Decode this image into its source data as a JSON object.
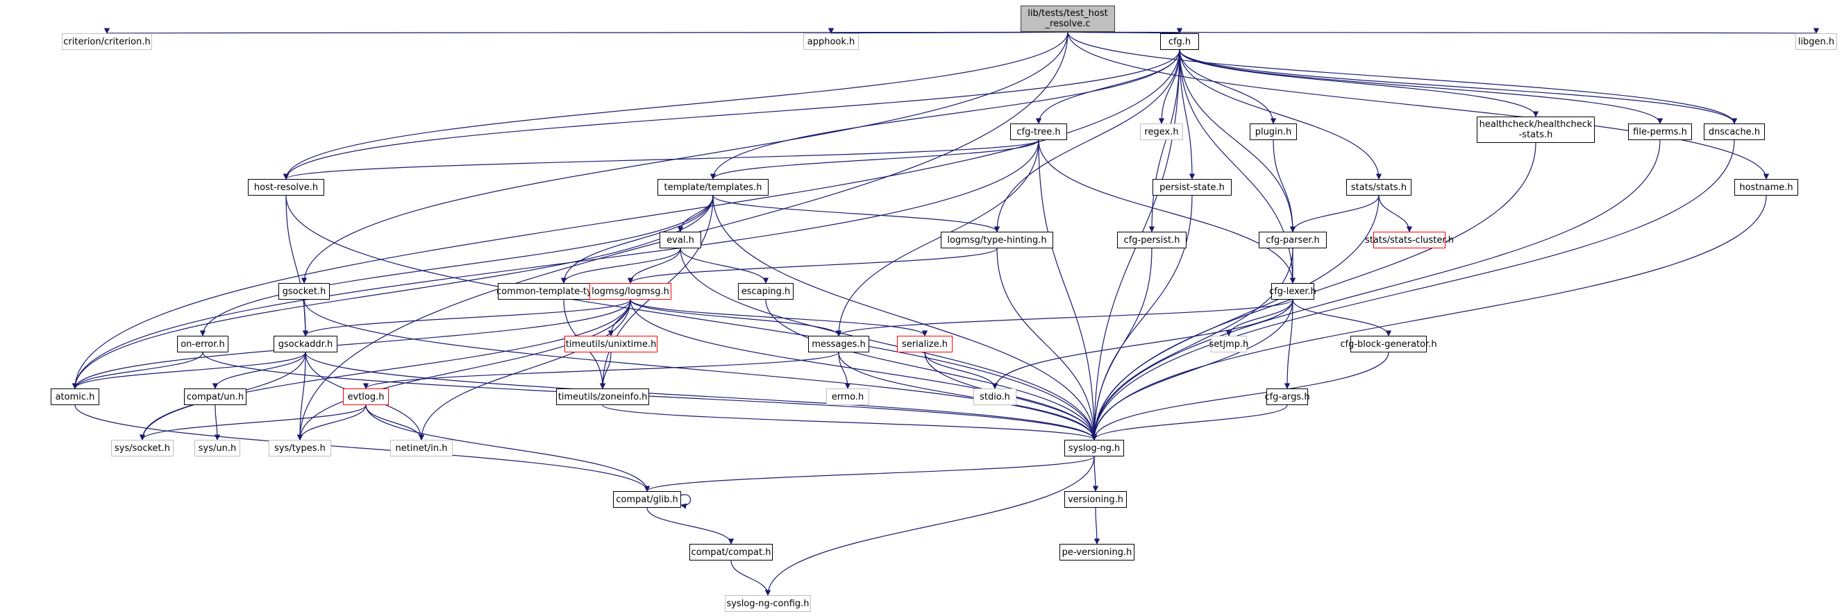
{
  "title": "lib/tests/test_host_resolve.c include dependency graph",
  "colors": {
    "edge": "#191970",
    "node_border": "#000000",
    "system_border": "#bfbfbf",
    "truncated_border": "#ff0000",
    "root_fill": "#bfbfbf"
  },
  "nodes": [
    {
      "id": "root",
      "label": "lib/tests/test_host\n_resolve.c",
      "kind": "root"
    },
    {
      "id": "criterion",
      "label": "criterion/criterion.h",
      "kind": "sys"
    },
    {
      "id": "apphook",
      "label": "apphook.h",
      "kind": "sys"
    },
    {
      "id": "cfg",
      "label": "cfg.h",
      "kind": "normal"
    },
    {
      "id": "libgen",
      "label": "libgen.h",
      "kind": "sys"
    },
    {
      "id": "hostresolve",
      "label": "host-resolve.h",
      "kind": "normal"
    },
    {
      "id": "templates",
      "label": "template/templates.h",
      "kind": "normal"
    },
    {
      "id": "cfgtree",
      "label": "cfg-tree.h",
      "kind": "normal"
    },
    {
      "id": "regex",
      "label": "regex.h",
      "kind": "sys"
    },
    {
      "id": "plugin",
      "label": "plugin.h",
      "kind": "normal"
    },
    {
      "id": "healthcheck",
      "label": "healthcheck/healthcheck\n-stats.h",
      "kind": "normal"
    },
    {
      "id": "fileperms",
      "label": "file-perms.h",
      "kind": "normal"
    },
    {
      "id": "dnscache",
      "label": "dnscache.h",
      "kind": "normal"
    },
    {
      "id": "hostname",
      "label": "hostname.h",
      "kind": "normal"
    },
    {
      "id": "persiststate",
      "label": "persist-state.h",
      "kind": "normal"
    },
    {
      "id": "stats",
      "label": "stats/stats.h",
      "kind": "normal"
    },
    {
      "id": "gsocket",
      "label": "gsocket.h",
      "kind": "normal"
    },
    {
      "id": "eval",
      "label": "eval.h",
      "kind": "normal"
    },
    {
      "id": "typehinting",
      "label": "logmsg/type-hinting.h",
      "kind": "normal"
    },
    {
      "id": "cfgpersist",
      "label": "cfg-persist.h",
      "kind": "normal"
    },
    {
      "id": "cfgparser",
      "label": "cfg-parser.h",
      "kind": "normal"
    },
    {
      "id": "statscluster",
      "label": "stats/stats-cluster.h",
      "kind": "red"
    },
    {
      "id": "commontpl",
      "label": "common-template-typedefs.h",
      "kind": "normal"
    },
    {
      "id": "logmsg",
      "label": "logmsg/logmsg.h",
      "kind": "red"
    },
    {
      "id": "escaping",
      "label": "escaping.h",
      "kind": "normal"
    },
    {
      "id": "cfglexer",
      "label": "cfg-lexer.h",
      "kind": "normal"
    },
    {
      "id": "onerror",
      "label": "on-error.h",
      "kind": "normal"
    },
    {
      "id": "gsockaddr",
      "label": "gsockaddr.h",
      "kind": "normal"
    },
    {
      "id": "unixtime",
      "label": "timeutils/unixtime.h",
      "kind": "red"
    },
    {
      "id": "messages",
      "label": "messages.h",
      "kind": "normal"
    },
    {
      "id": "serialize",
      "label": "serialize.h",
      "kind": "red"
    },
    {
      "id": "setjmp",
      "label": "setjmp.h",
      "kind": "sys"
    },
    {
      "id": "blockgen",
      "label": "cfg-block-generator.h",
      "kind": "normal"
    },
    {
      "id": "atomic",
      "label": "atomic.h",
      "kind": "normal"
    },
    {
      "id": "compatun",
      "label": "compat/un.h",
      "kind": "normal"
    },
    {
      "id": "evtlog",
      "label": "evtlog.h",
      "kind": "red"
    },
    {
      "id": "zoneinfo",
      "label": "timeutils/zoneinfo.h",
      "kind": "normal"
    },
    {
      "id": "errno",
      "label": "errno.h",
      "kind": "sys"
    },
    {
      "id": "stdio",
      "label": "stdio.h",
      "kind": "sys"
    },
    {
      "id": "cfgargs",
      "label": "cfg-args.h",
      "kind": "normal"
    },
    {
      "id": "syssocket",
      "label": "sys/socket.h",
      "kind": "sys"
    },
    {
      "id": "sysun",
      "label": "sys/un.h",
      "kind": "sys"
    },
    {
      "id": "systypes",
      "label": "sys/types.h",
      "kind": "sys"
    },
    {
      "id": "netinet",
      "label": "netinet/in.h",
      "kind": "sys"
    },
    {
      "id": "syslogng",
      "label": "syslog-ng.h",
      "kind": "normal"
    },
    {
      "id": "glib",
      "label": "compat/glib.h",
      "kind": "normal"
    },
    {
      "id": "versioning",
      "label": "versioning.h",
      "kind": "normal"
    },
    {
      "id": "compat",
      "label": "compat/compat.h",
      "kind": "normal"
    },
    {
      "id": "peversioning",
      "label": "pe-versioning.h",
      "kind": "normal"
    },
    {
      "id": "config",
      "label": "syslog-ng-config.h",
      "kind": "sys"
    }
  ],
  "edges": [
    [
      "root",
      "criterion"
    ],
    [
      "root",
      "apphook"
    ],
    [
      "root",
      "cfg"
    ],
    [
      "root",
      "libgen"
    ],
    [
      "root",
      "hostresolve"
    ],
    [
      "root",
      "gsocket"
    ],
    [
      "root",
      "dnscache"
    ],
    [
      "root",
      "hostname"
    ],
    [
      "root",
      "systypes"
    ],
    [
      "cfg",
      "cfgtree"
    ],
    [
      "cfg",
      "regex"
    ],
    [
      "cfg",
      "plugin"
    ],
    [
      "cfg",
      "healthcheck"
    ],
    [
      "cfg",
      "fileperms"
    ],
    [
      "cfg",
      "dnscache"
    ],
    [
      "cfg",
      "persiststate"
    ],
    [
      "cfg",
      "stats"
    ],
    [
      "cfg",
      "cfgpersist"
    ],
    [
      "cfg",
      "cfgparser"
    ],
    [
      "cfg",
      "cfglexer"
    ],
    [
      "cfg",
      "typehinting"
    ],
    [
      "cfg",
      "templates"
    ],
    [
      "cfg",
      "hostresolve"
    ],
    [
      "cfg",
      "atomic"
    ],
    [
      "cfg",
      "syslogng"
    ],
    [
      "cfgtree",
      "templates"
    ],
    [
      "cfgtree",
      "hostresolve"
    ],
    [
      "cfgtree",
      "messages"
    ],
    [
      "cfgtree",
      "cfglexer"
    ],
    [
      "cfgtree",
      "syslogng"
    ],
    [
      "cfgtree",
      "atomic"
    ],
    [
      "hostresolve",
      "gsockaddr"
    ],
    [
      "hostresolve",
      "syslogng"
    ],
    [
      "templates",
      "eval"
    ],
    [
      "templates",
      "typehinting"
    ],
    [
      "templates",
      "commontpl"
    ],
    [
      "templates",
      "zoneinfo"
    ],
    [
      "templates",
      "onerror"
    ],
    [
      "templates",
      "atomic"
    ],
    [
      "templates",
      "syslogng"
    ],
    [
      "eval",
      "commontpl"
    ],
    [
      "eval",
      "logmsg"
    ],
    [
      "eval",
      "escaping"
    ],
    [
      "eval",
      "syslogng"
    ],
    [
      "typehinting",
      "logmsg"
    ],
    [
      "typehinting",
      "syslogng"
    ],
    [
      "persiststate",
      "syslogng"
    ],
    [
      "cfgpersist",
      "syslogng"
    ],
    [
      "plugin",
      "cfgparser"
    ],
    [
      "stats",
      "cfgparser"
    ],
    [
      "stats",
      "statscluster"
    ],
    [
      "stats",
      "syslogng"
    ],
    [
      "healthcheck",
      "syslogng"
    ],
    [
      "fileperms",
      "syslogng"
    ],
    [
      "dnscache",
      "syslogng"
    ],
    [
      "hostname",
      "syslogng"
    ],
    [
      "cfgparser",
      "cfglexer"
    ],
    [
      "cfgparser",
      "syslogng"
    ],
    [
      "cfglexer",
      "messages"
    ],
    [
      "cfglexer",
      "setjmp"
    ],
    [
      "cfglexer",
      "blockgen"
    ],
    [
      "cfglexer",
      "cfgargs"
    ],
    [
      "cfglexer",
      "stdio"
    ],
    [
      "cfglexer",
      "syslogng"
    ],
    [
      "gsocket",
      "gsockaddr"
    ],
    [
      "gsocket",
      "syslogng"
    ],
    [
      "logmsg",
      "unixtime"
    ],
    [
      "logmsg",
      "messages"
    ],
    [
      "logmsg",
      "serialize"
    ],
    [
      "logmsg",
      "gsockaddr"
    ],
    [
      "logmsg",
      "atomic"
    ],
    [
      "logmsg",
      "systypes"
    ],
    [
      "logmsg",
      "syssocket"
    ],
    [
      "logmsg",
      "netinet"
    ],
    [
      "logmsg",
      "syslogng"
    ],
    [
      "commontpl",
      "zoneinfo"
    ],
    [
      "escaping",
      "syslogng"
    ],
    [
      "onerror",
      "atomic"
    ],
    [
      "onerror",
      "syslogng"
    ],
    [
      "gsockaddr",
      "atomic"
    ],
    [
      "gsockaddr",
      "compatun"
    ],
    [
      "gsockaddr",
      "syssocket"
    ],
    [
      "gsockaddr",
      "systypes"
    ],
    [
      "gsockaddr",
      "netinet"
    ],
    [
      "gsockaddr",
      "syslogng"
    ],
    [
      "unixtime",
      "zoneinfo"
    ],
    [
      "messages",
      "evtlog"
    ],
    [
      "messages",
      "errno"
    ],
    [
      "messages",
      "syslogng"
    ],
    [
      "serialize",
      "stdio"
    ],
    [
      "serialize",
      "syslogng"
    ],
    [
      "blockgen",
      "syslogng"
    ],
    [
      "cfgargs",
      "syslogng"
    ],
    [
      "atomic",
      "glib"
    ],
    [
      "compatun",
      "sysun"
    ],
    [
      "evtlog",
      "syssocket"
    ],
    [
      "evtlog",
      "systypes"
    ],
    [
      "evtlog",
      "netinet"
    ],
    [
      "evtlog",
      "glib"
    ],
    [
      "zoneinfo",
      "syslogng"
    ],
    [
      "syslogng",
      "glib"
    ],
    [
      "syslogng",
      "versioning"
    ],
    [
      "syslogng",
      "config"
    ],
    [
      "glib",
      "glib"
    ],
    [
      "glib",
      "compat"
    ],
    [
      "compat",
      "config"
    ],
    [
      "versioning",
      "peversioning"
    ]
  ]
}
